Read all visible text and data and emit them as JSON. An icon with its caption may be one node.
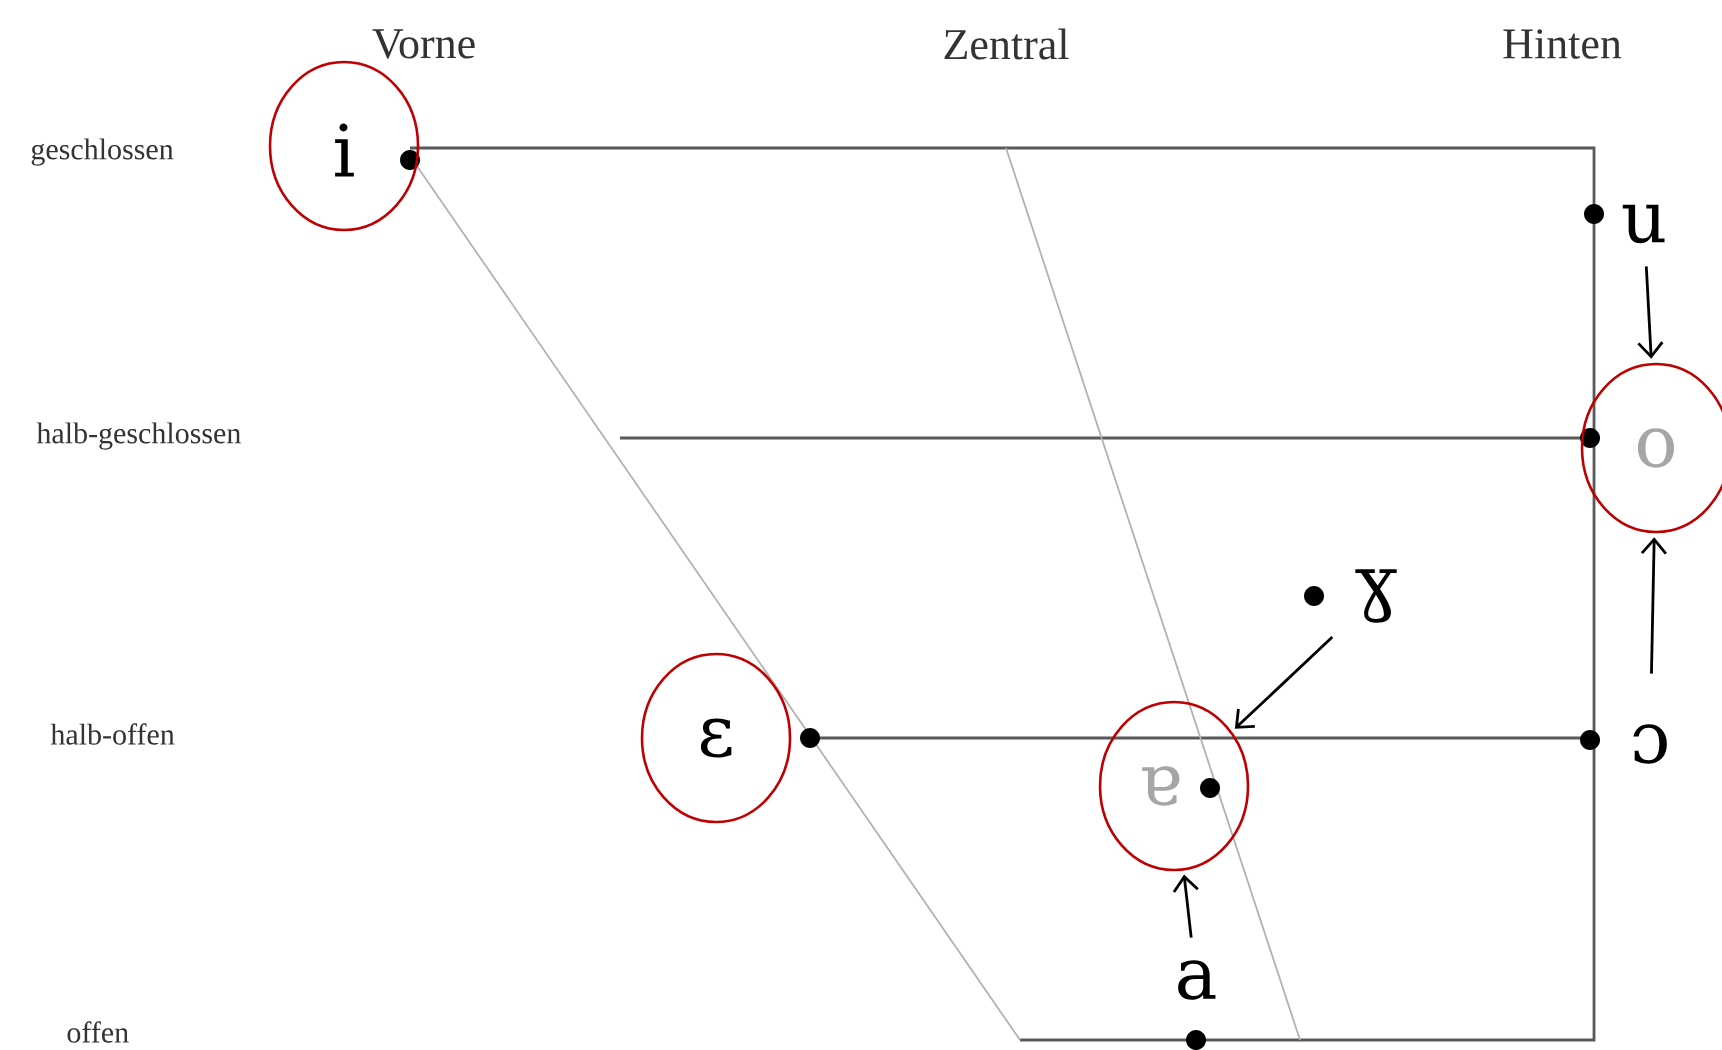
{
  "diagram": {
    "nodes": [
      {
        "text": [
          "i"
        ]
      },
      {
        "text": [
          "u"
        ]
      },
      {
        "text": [
          "o"
        ]
      },
      {
        "text": [
          "ɣ"
        ]
      },
      {
        "text": [
          "ɛ"
        ]
      },
      {
        "text": [
          "ɐ"
        ]
      },
      {
        "text": [
          "ɔ"
        ]
      },
      {
        "text": [
          "a"
        ]
      }
    ],
    "edges": [
      {
        "from": 1,
        "to": 2,
        "arrow": "to"
      },
      {
        "from": 6,
        "to": 2,
        "arrow": "to"
      },
      {
        "from": 3,
        "to": 5,
        "arrow": "to"
      },
      {
        "from": 7,
        "to": 5,
        "arrow": "to"
      }
    ],
    "labels": [
      "Vorne",
      "Zentral",
      "Hinten",
      "geschlossen",
      "halb-geschlossen",
      "halb-offen",
      "offen"
    ]
  }
}
